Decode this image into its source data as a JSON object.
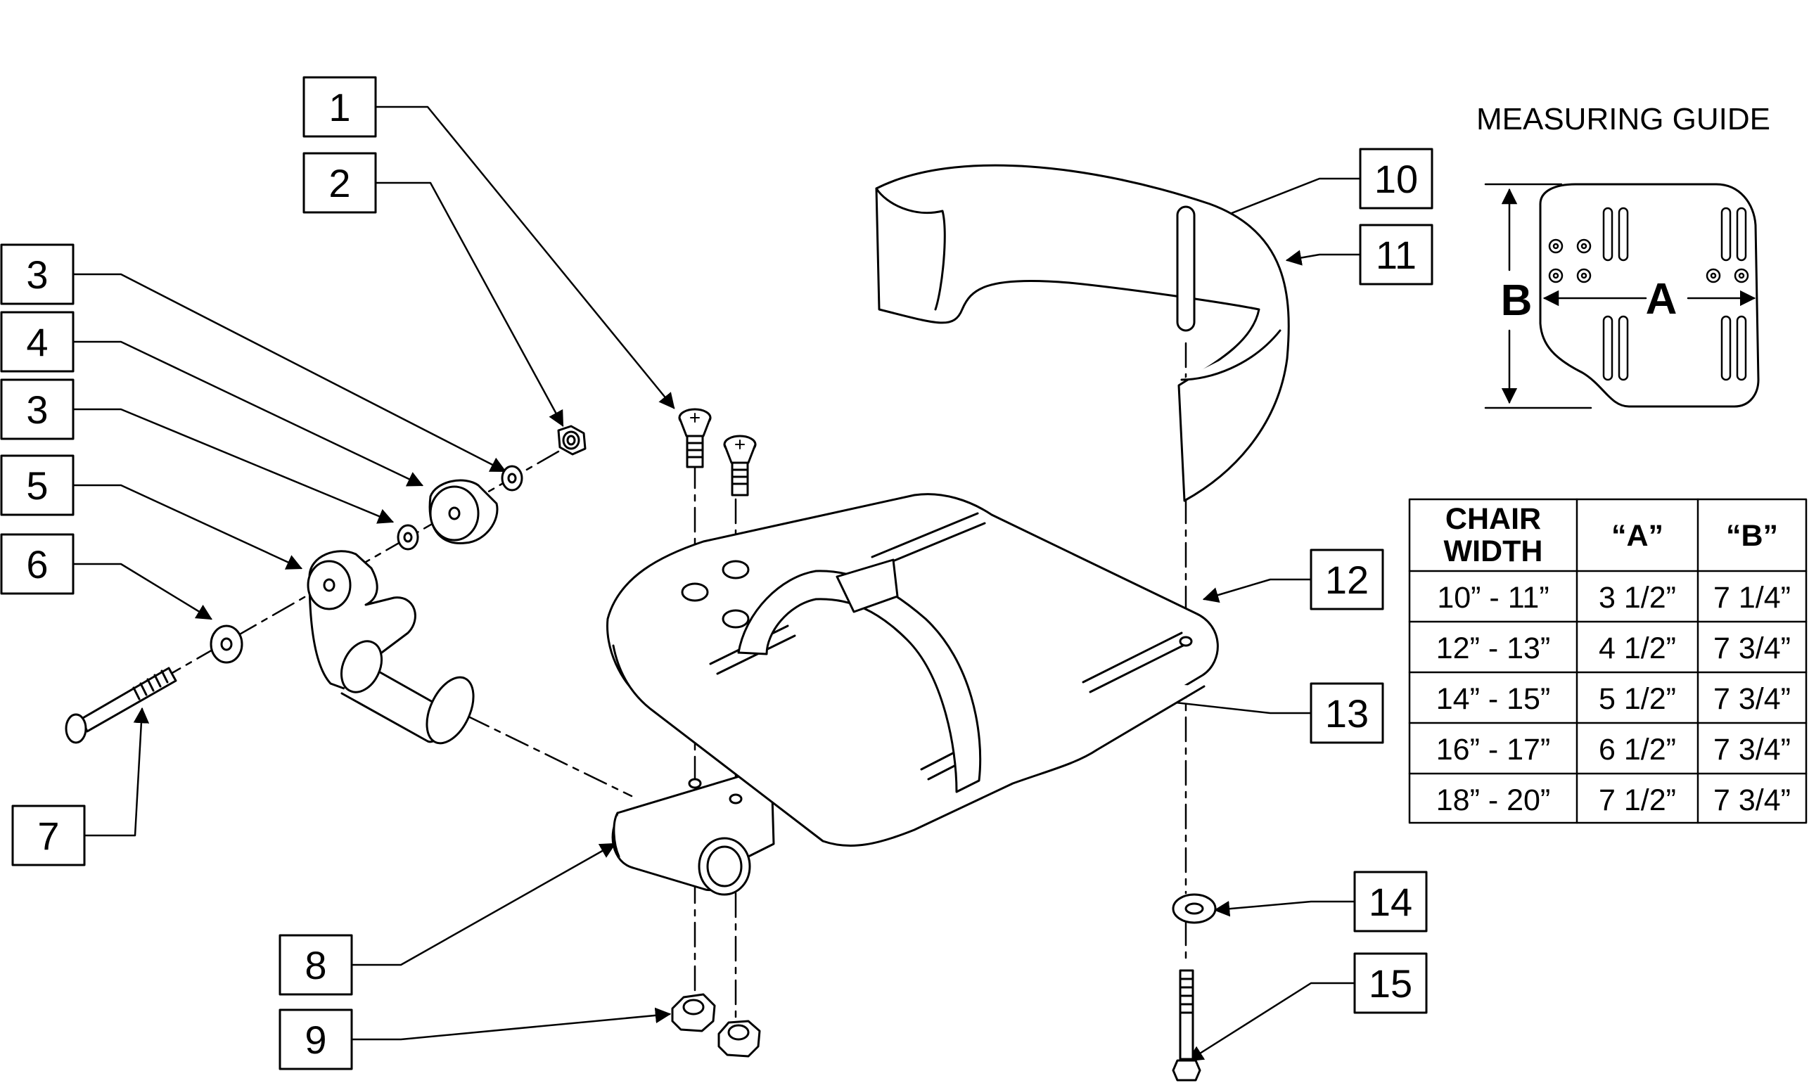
{
  "callouts": {
    "c1": "1",
    "c2": "2",
    "c3a": "3",
    "c4": "4",
    "c3b": "3",
    "c5": "5",
    "c6": "6",
    "c7": "7",
    "c8": "8",
    "c9": "9",
    "c10": "10",
    "c11": "11",
    "c12": "12",
    "c13": "13",
    "c14": "14",
    "c15": "15"
  },
  "measuring_guide": {
    "title": "MEASURING GUIDE",
    "dim_a": "A",
    "dim_b": "B"
  },
  "table": {
    "headers": [
      "CHAIR",
      "WIDTH",
      "“A”",
      "“B”"
    ],
    "rows": [
      [
        "10” - 11”",
        "3 1/2”",
        "7 1/4”"
      ],
      [
        "12” - 13”",
        "4 1/2”",
        "7 3/4”"
      ],
      [
        "14” - 15”",
        "5 1/2”",
        "7 3/4”"
      ],
      [
        "16” - 17”",
        "6 1/2”",
        "7 3/4”"
      ],
      [
        "18” - 20”",
        "7 1/2”",
        "7 3/4”"
      ]
    ]
  }
}
